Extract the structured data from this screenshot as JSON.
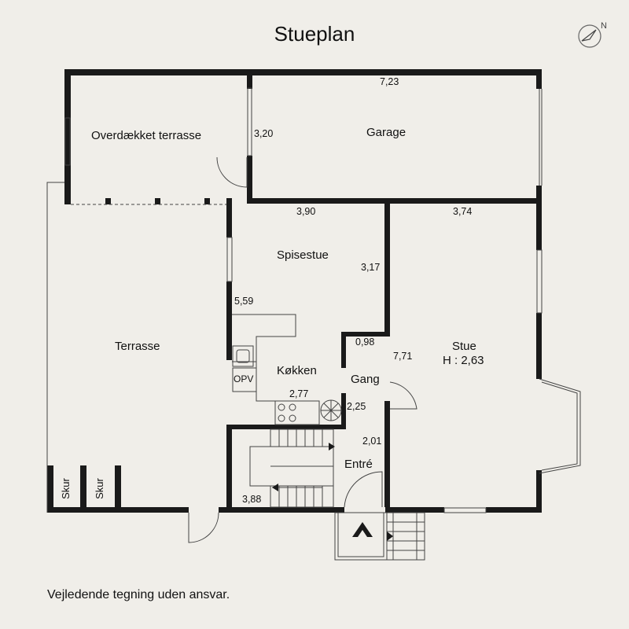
{
  "title": "Stueplan",
  "disclaimer": "Vejledende tegning uden ansvar.",
  "compass": {
    "north_label": "N",
    "icon": "compass-icon"
  },
  "rooms": {
    "overdaekket_terrasse": "Overdækket terrasse",
    "garage": "Garage",
    "terrasse": "Terrasse",
    "spisestue": "Spisestue",
    "koekken": "Køkken",
    "gang": "Gang",
    "stue": "Stue",
    "stue_height": "H : 2,63",
    "entre": "Entré",
    "skur_1": "Skur",
    "skur_2": "Skur",
    "opv": "OPV"
  },
  "dimensions": {
    "garage_width": "7,23",
    "terrace_depth": "3,20",
    "spisestue_width": "3,90",
    "stue_width": "3,74",
    "spisestue_depth": "3,17",
    "spisestue_length": "5,59",
    "gang_width": "0,98",
    "stue_length": "7,71",
    "koekken_width": "2,77",
    "gang_length": "2,25",
    "entre_width": "2,01",
    "entre_length": "3,88"
  },
  "colors": {
    "background": "#f0eee9",
    "wall": "#1a1a1a",
    "line": "#444444"
  }
}
